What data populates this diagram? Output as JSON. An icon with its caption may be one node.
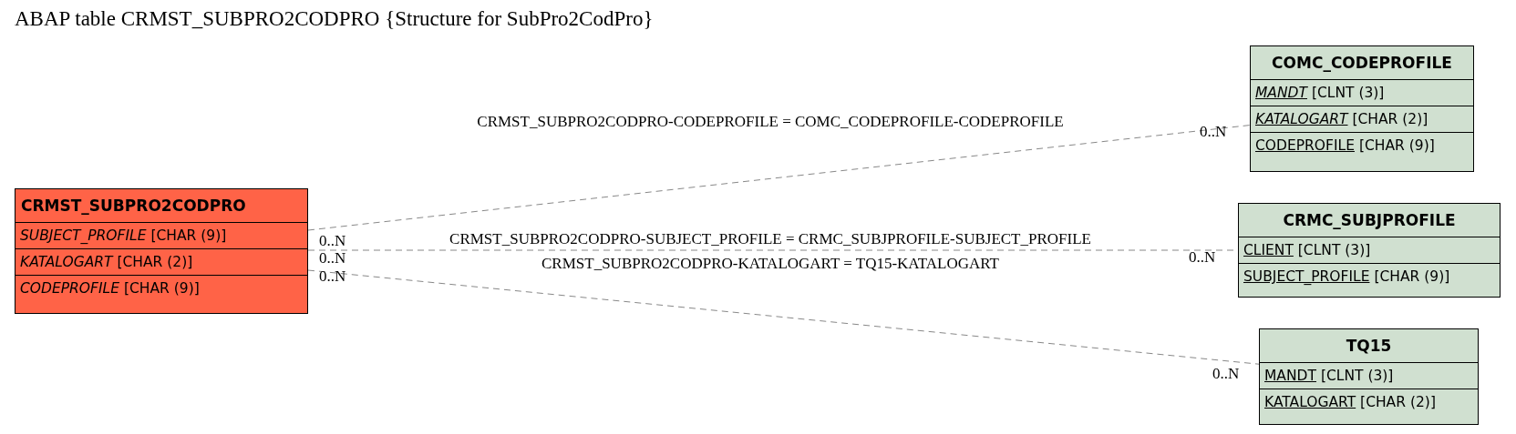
{
  "diagram": {
    "title": "ABAP table CRMST_SUBPRO2CODPRO {Structure for SubPro2CodPro}",
    "nodes": [
      {
        "text": [
          "CRMST_SUBPRO2CODPRO"
        ]
      },
      {
        "text": [
          "*SUBJECT_PROFILE* [CHAR (9)]"
        ],
        "in": 0
      },
      {
        "text": [
          "*KATALOGART* [CHAR (2)]"
        ],
        "in": 0
      },
      {
        "text": [
          "*CODEPROFILE* [CHAR (9)]"
        ],
        "in": 0
      },
      {
        "text": [
          "COMC_CODEPROFILE"
        ]
      },
      {
        "text": [
          "*MANDT* [CLNT (3)]"
        ],
        "in": 4
      },
      {
        "text": [
          "*KATALOGART* [CHAR (2)]"
        ],
        "in": 4
      },
      {
        "text": [
          "CODEPROFILE [CHAR (9)]"
        ],
        "in": 4
      },
      {
        "text": [
          "CRMC_SUBJPROFILE"
        ]
      },
      {
        "text": [
          "CLIENT [CLNT (3)]"
        ],
        "in": 8
      },
      {
        "text": [
          "SUBJECT_PROFILE [CHAR (9)]"
        ],
        "in": 8
      },
      {
        "text": [
          "TQ15"
        ]
      },
      {
        "text": [
          "MANDT [CLNT (3)]"
        ],
        "in": 11
      },
      {
        "text": [
          "KATALOGART [CHAR (2)]"
        ],
        "in": 11
      }
    ],
    "edges": [
      {
        "from": 0,
        "to": 4,
        "arrow": "none",
        "style": "dashed",
        "label": "CRMST_SUBPRO2CODPRO-CODEPROFILE = COMC_CODEPROFILE-CODEPROFILE"
      },
      {
        "from": 0,
        "to": 8,
        "arrow": "none",
        "style": "dashed",
        "label": "CRMST_SUBPRO2CODPRO-SUBJECT_PROFILE = CRMC_SUBJPROFILE-SUBJECT_PROFILE"
      },
      {
        "from": 0,
        "to": 11,
        "arrow": "none",
        "style": "dashed",
        "label": "CRMST_SUBPRO2CODPRO-KATALOGART = TQ15-KATALOGART"
      }
    ],
    "labels": [
      "0..N",
      "0..N",
      "0..N",
      "0..N",
      "0..N",
      "0..N"
    ]
  }
}
